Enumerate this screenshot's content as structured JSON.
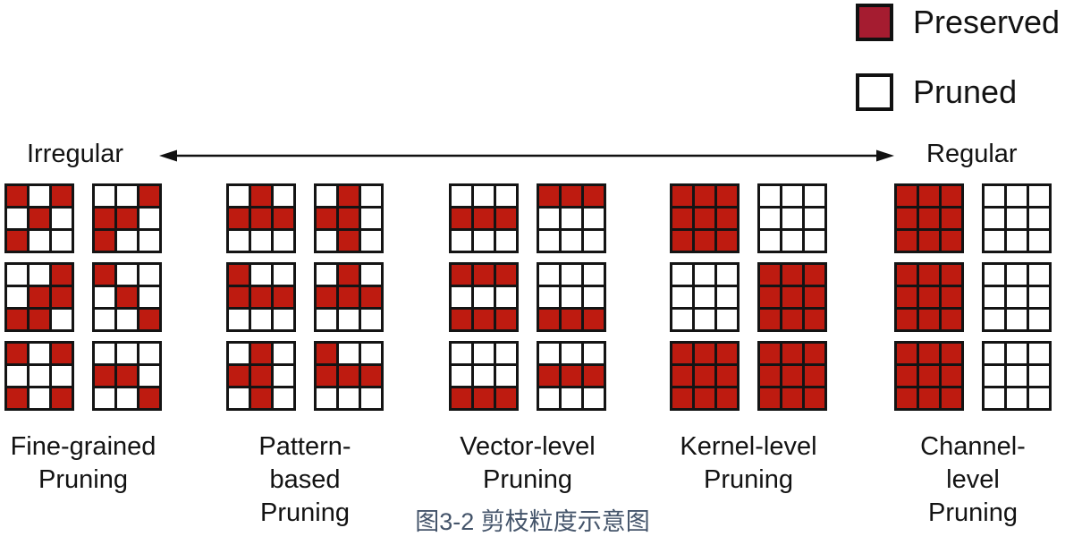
{
  "colors": {
    "grid_preserved": "#BE1B10",
    "legend_preserved": "#A51C30",
    "grid_border": "#141414",
    "text": "#131313",
    "caption": "#44546A"
  },
  "legend": {
    "items": [
      {
        "label": "Preserved",
        "type": "preserved"
      },
      {
        "label": "Pruned",
        "type": "pruned"
      }
    ]
  },
  "axis": {
    "left_label": "Irregular",
    "right_label": "Regular"
  },
  "caption": "图3-2 剪枝粒度示意图",
  "groups": [
    {
      "slug": "fine-grained",
      "label_top": "Fine-grained",
      "label_bottom": "Pruning",
      "grids": [
        [
          [
            1,
            0,
            1
          ],
          [
            0,
            1,
            0
          ],
          [
            1,
            0,
            0
          ]
        ],
        [
          [
            0,
            0,
            1
          ],
          [
            1,
            1,
            0
          ],
          [
            1,
            0,
            0
          ]
        ],
        [
          [
            0,
            0,
            1
          ],
          [
            0,
            1,
            1
          ],
          [
            1,
            1,
            0
          ]
        ],
        [
          [
            1,
            0,
            0
          ],
          [
            0,
            1,
            0
          ],
          [
            0,
            0,
            1
          ]
        ],
        [
          [
            1,
            0,
            1
          ],
          [
            0,
            0,
            0
          ],
          [
            1,
            0,
            1
          ]
        ],
        [
          [
            0,
            0,
            0
          ],
          [
            1,
            1,
            0
          ],
          [
            0,
            0,
            1
          ]
        ]
      ]
    },
    {
      "slug": "pattern-based",
      "label_top": "Pattern-based",
      "label_bottom": "Pruning",
      "grids": [
        [
          [
            0,
            1,
            0
          ],
          [
            1,
            1,
            1
          ],
          [
            0,
            0,
            0
          ]
        ],
        [
          [
            0,
            1,
            0
          ],
          [
            1,
            1,
            0
          ],
          [
            0,
            1,
            0
          ]
        ],
        [
          [
            1,
            0,
            0
          ],
          [
            1,
            1,
            1
          ],
          [
            0,
            0,
            0
          ]
        ],
        [
          [
            0,
            1,
            0
          ],
          [
            1,
            1,
            1
          ],
          [
            0,
            0,
            0
          ]
        ],
        [
          [
            0,
            1,
            0
          ],
          [
            1,
            1,
            0
          ],
          [
            0,
            1,
            0
          ]
        ],
        [
          [
            1,
            0,
            0
          ],
          [
            1,
            1,
            1
          ],
          [
            0,
            0,
            0
          ]
        ]
      ]
    },
    {
      "slug": "vector-level",
      "label_top": "Vector-level",
      "label_bottom": "Pruning",
      "grids": [
        [
          [
            0,
            0,
            0
          ],
          [
            1,
            1,
            1
          ],
          [
            0,
            0,
            0
          ]
        ],
        [
          [
            1,
            1,
            1
          ],
          [
            0,
            0,
            0
          ],
          [
            0,
            0,
            0
          ]
        ],
        [
          [
            1,
            1,
            1
          ],
          [
            0,
            0,
            0
          ],
          [
            1,
            1,
            1
          ]
        ],
        [
          [
            0,
            0,
            0
          ],
          [
            0,
            0,
            0
          ],
          [
            1,
            1,
            1
          ]
        ],
        [
          [
            0,
            0,
            0
          ],
          [
            0,
            0,
            0
          ],
          [
            1,
            1,
            1
          ]
        ],
        [
          [
            0,
            0,
            0
          ],
          [
            1,
            1,
            1
          ],
          [
            0,
            0,
            0
          ]
        ]
      ]
    },
    {
      "slug": "kernel-level",
      "label_top": "Kernel-level",
      "label_bottom": "Pruning",
      "grids": [
        [
          [
            1,
            1,
            1
          ],
          [
            1,
            1,
            1
          ],
          [
            1,
            1,
            1
          ]
        ],
        [
          [
            0,
            0,
            0
          ],
          [
            0,
            0,
            0
          ],
          [
            0,
            0,
            0
          ]
        ],
        [
          [
            0,
            0,
            0
          ],
          [
            0,
            0,
            0
          ],
          [
            0,
            0,
            0
          ]
        ],
        [
          [
            1,
            1,
            1
          ],
          [
            1,
            1,
            1
          ],
          [
            1,
            1,
            1
          ]
        ],
        [
          [
            1,
            1,
            1
          ],
          [
            1,
            1,
            1
          ],
          [
            1,
            1,
            1
          ]
        ],
        [
          [
            1,
            1,
            1
          ],
          [
            1,
            1,
            1
          ],
          [
            1,
            1,
            1
          ]
        ]
      ]
    },
    {
      "slug": "channel-level",
      "label_top": "Channel-level",
      "label_bottom": "Pruning",
      "grids": [
        [
          [
            1,
            1,
            1
          ],
          [
            1,
            1,
            1
          ],
          [
            1,
            1,
            1
          ]
        ],
        [
          [
            0,
            0,
            0
          ],
          [
            0,
            0,
            0
          ],
          [
            0,
            0,
            0
          ]
        ],
        [
          [
            1,
            1,
            1
          ],
          [
            1,
            1,
            1
          ],
          [
            1,
            1,
            1
          ]
        ],
        [
          [
            0,
            0,
            0
          ],
          [
            0,
            0,
            0
          ],
          [
            0,
            0,
            0
          ]
        ],
        [
          [
            1,
            1,
            1
          ],
          [
            1,
            1,
            1
          ],
          [
            1,
            1,
            1
          ]
        ],
        [
          [
            0,
            0,
            0
          ],
          [
            0,
            0,
            0
          ],
          [
            0,
            0,
            0
          ]
        ]
      ]
    }
  ]
}
